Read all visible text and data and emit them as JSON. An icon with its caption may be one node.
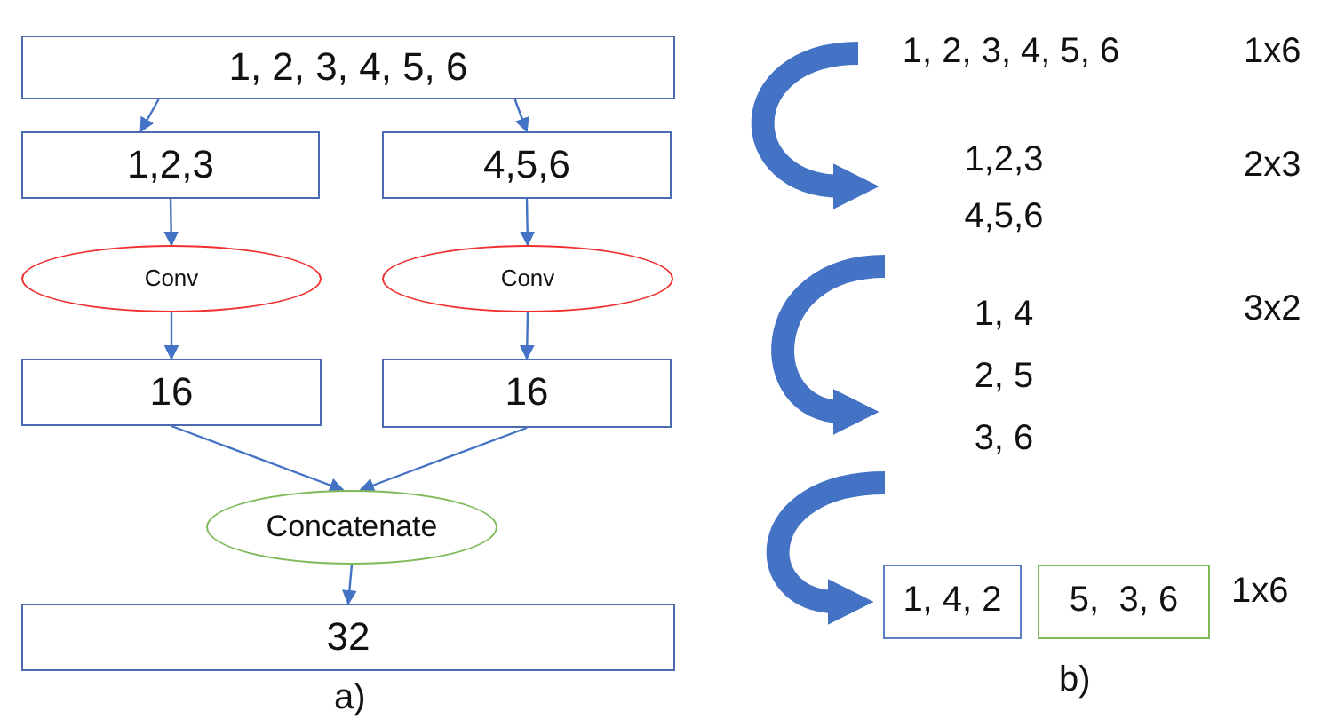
{
  "diagram": {
    "nodes": [
      {
        "text": [
          "1, 2, 3, 4, 5, 6"
        ]
      },
      {
        "text": [
          "1,2,3"
        ]
      },
      {
        "text": [
          "4,5,6"
        ]
      },
      {
        "text": [
          "Conv"
        ]
      },
      {
        "text": [
          "Conv"
        ]
      },
      {
        "text": [
          "16"
        ]
      },
      {
        "text": [
          "16"
        ]
      },
      {
        "text": [
          "Concatenate"
        ]
      },
      {
        "text": [
          "32"
        ]
      },
      {
        "text": [
          "1, 2, 3, 4, 5, 6"
        ]
      },
      {
        "text": [
          "1,2,3",
          "4,5,6"
        ]
      },
      {
        "text": [
          "1, 4",
          "2, 5",
          "3, 6"
        ]
      },
      {
        "text": [
          "1, 4, 2"
        ]
      },
      {
        "text": [
          "5,  3, 6"
        ]
      }
    ],
    "edges": [
      {
        "from": 0,
        "to": 1,
        "arrow": "to"
      },
      {
        "from": 0,
        "to": 2,
        "arrow": "to"
      },
      {
        "from": 1,
        "to": 3,
        "arrow": "to"
      },
      {
        "from": 2,
        "to": 4,
        "arrow": "to"
      },
      {
        "from": 3,
        "to": 5,
        "arrow": "to"
      },
      {
        "from": 4,
        "to": 6,
        "arrow": "to"
      },
      {
        "from": 5,
        "to": 7,
        "arrow": "to"
      },
      {
        "from": 6,
        "to": 7,
        "arrow": "to"
      },
      {
        "from": 7,
        "to": 8,
        "arrow": "to"
      },
      {
        "from": 9,
        "to": 10,
        "arrow": "to",
        "style": "thick"
      },
      {
        "from": 10,
        "to": 11,
        "arrow": "to",
        "style": "thick"
      },
      {
        "from": 11,
        "to": 12,
        "arrow": "to",
        "style": "thick"
      }
    ],
    "labels": [
      "1x6",
      "2x3",
      "3x2",
      "1x6",
      "a)",
      "b)"
    ]
  }
}
